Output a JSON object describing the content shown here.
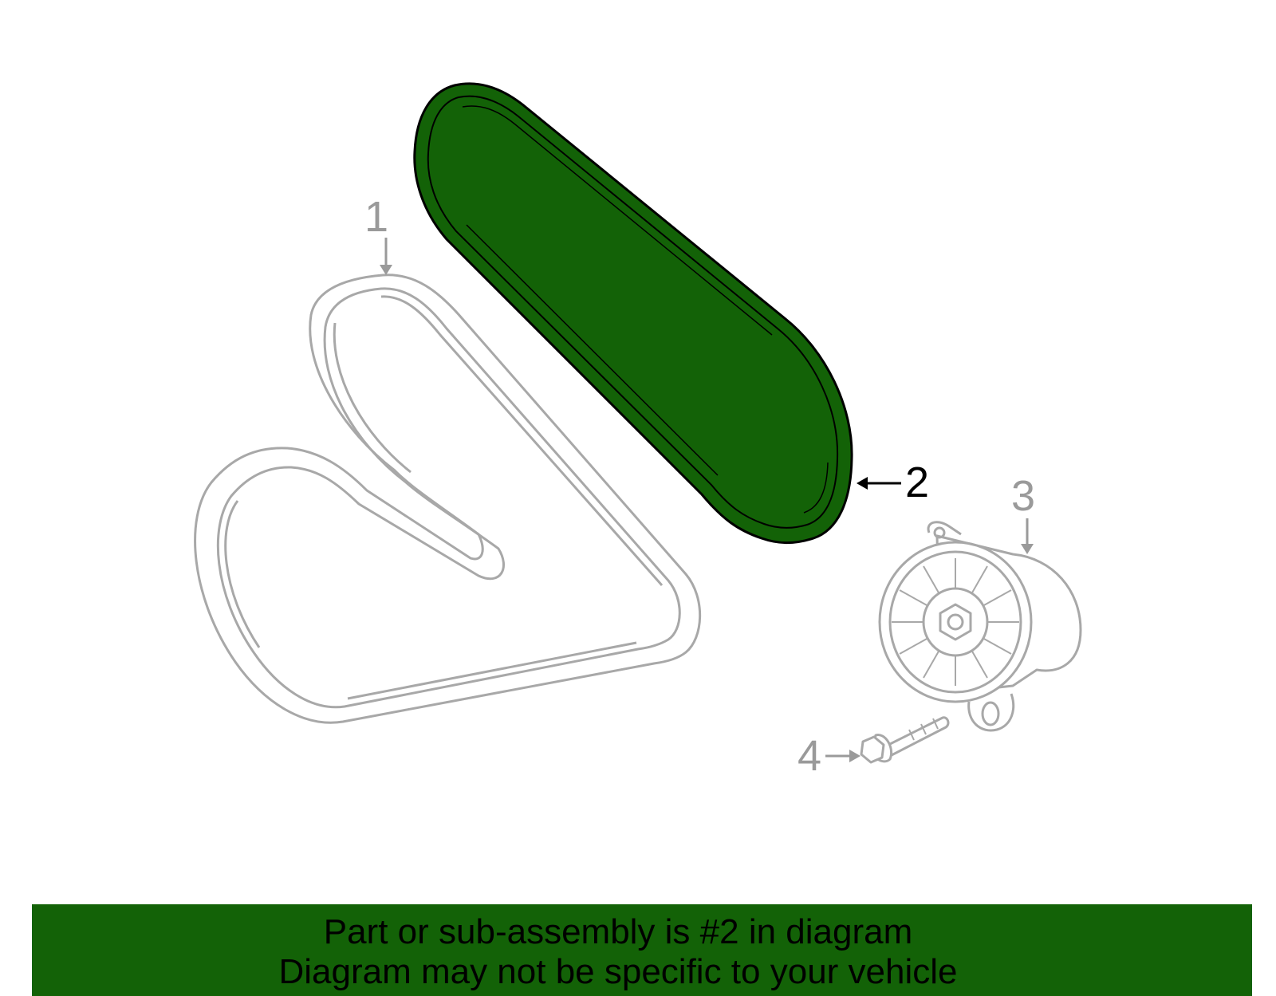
{
  "callouts": {
    "c1": "1",
    "c2": "2",
    "c3": "3",
    "c4": "4"
  },
  "banner": {
    "line1": "Part or sub-assembly is #2 in diagram",
    "line2": "Diagram may not be specific to your vehicle"
  },
  "colors": {
    "highlight": "#136207",
    "part_outline": "#a8a8a8",
    "selected_outline": "#000000"
  }
}
